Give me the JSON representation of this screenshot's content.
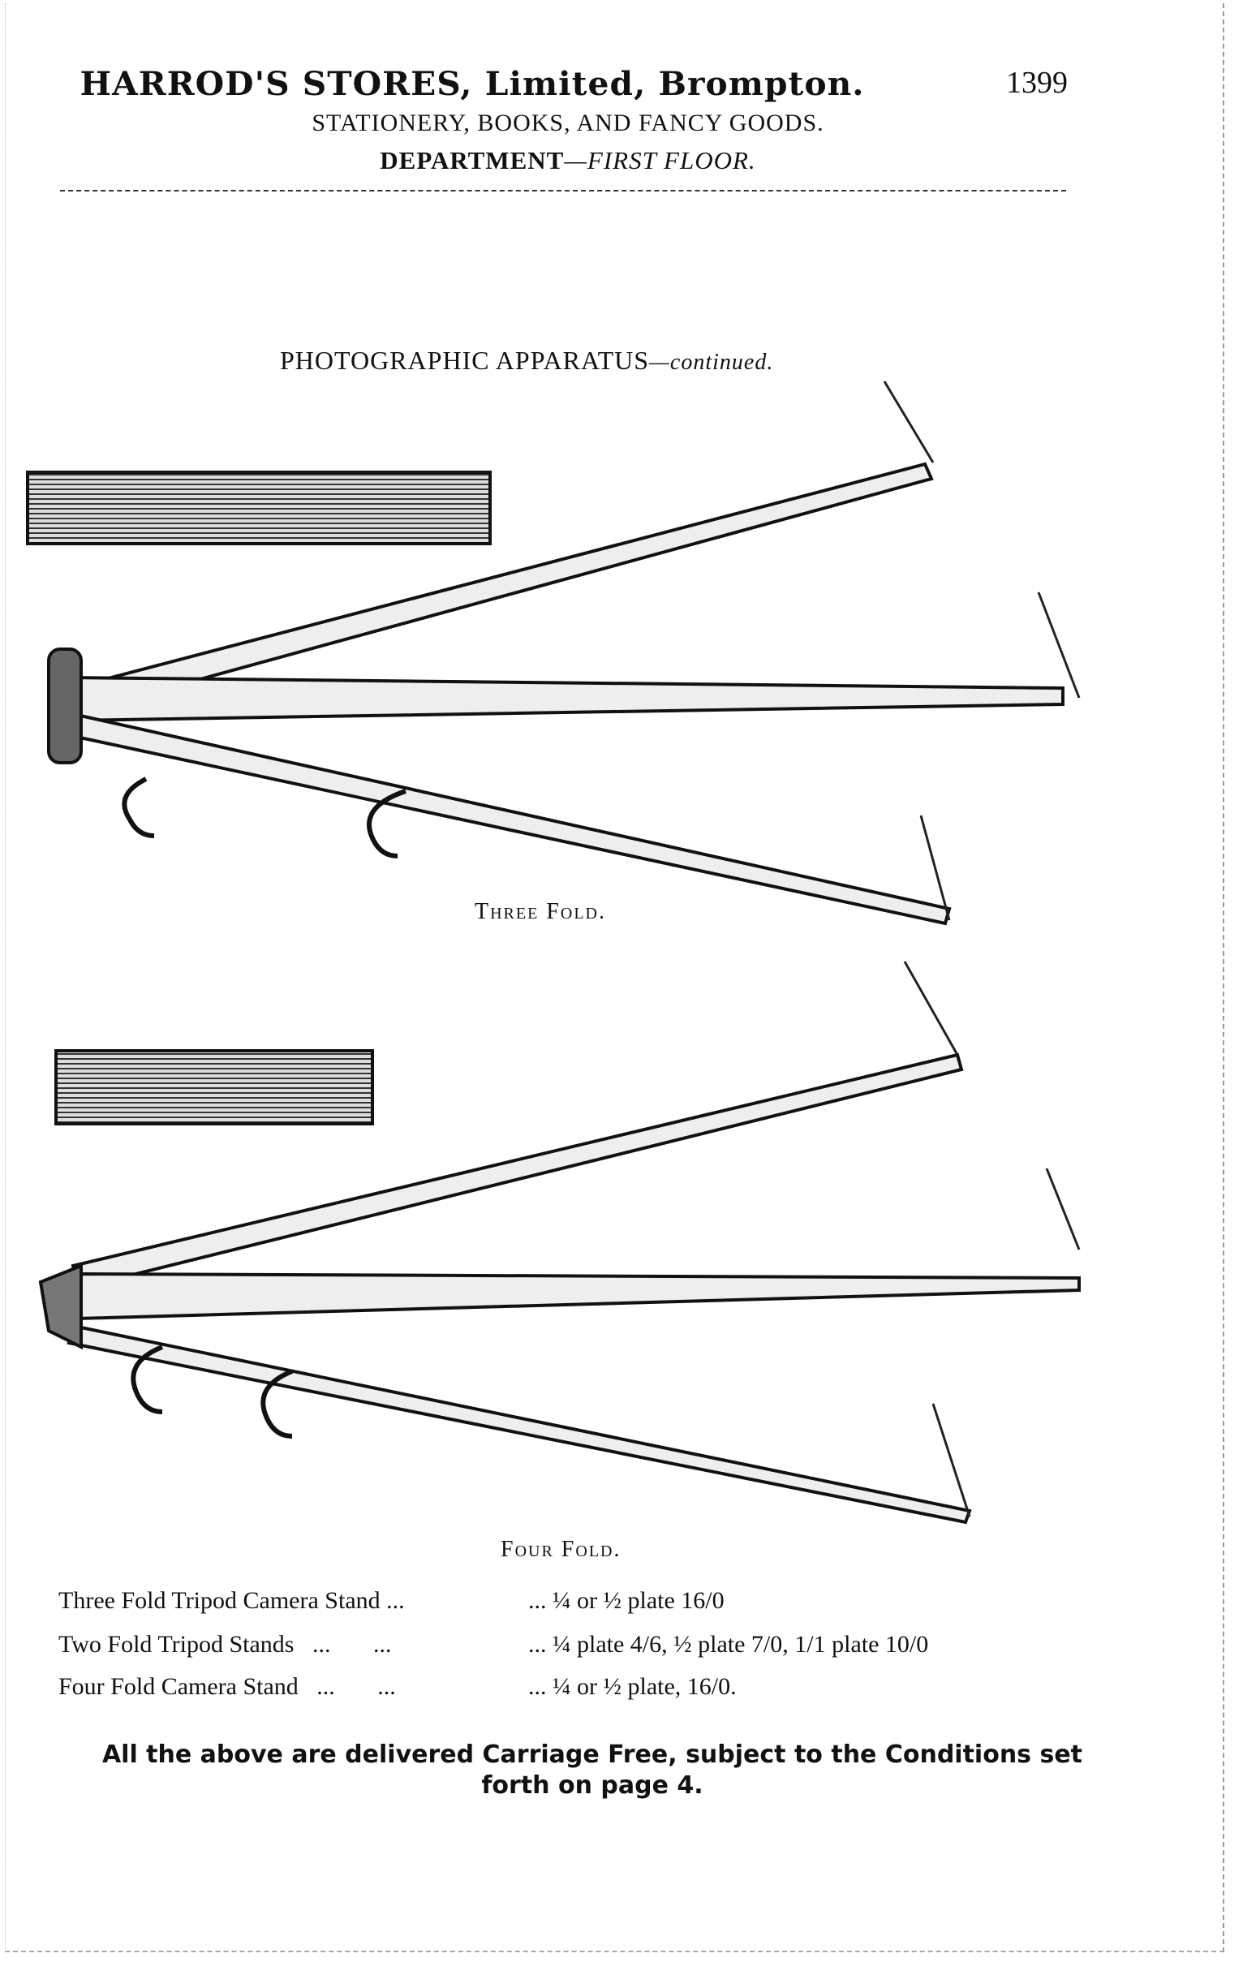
{
  "header": {
    "title": "HARROD'S STORES, Limited, Brompton.",
    "page_number": "1399",
    "subtitle": "STATIONERY, BOOKS, AND FANCY GOODS.",
    "department": "DEPARTMENT",
    "floor": "—FIRST FLOOR."
  },
  "section": {
    "title": "PHOTOGRAPHIC APPARATUS",
    "continued": "—continued."
  },
  "figures": [
    {
      "caption": "Three Fold."
    },
    {
      "caption": "Four Fold."
    }
  ],
  "items": [
    {
      "name": "Three Fold Tripod Camera Stand ...      ",
      "price": "... ¼ or ½ plate 16/0"
    },
    {
      "name": "Two Fold Tripod Stands   ...       ...",
      "price": "... ¼ plate 4/6, ½ plate 7/0, 1/1 plate 10/0"
    },
    {
      "name": "Four Fold Camera Stand   ...       ...",
      "price": "... ¼ or ½ plate, 16/0."
    }
  ],
  "footer": {
    "line1": "All the above are delivered Carriage Free, subject to the Conditions set",
    "line2": "forth on page 4."
  }
}
